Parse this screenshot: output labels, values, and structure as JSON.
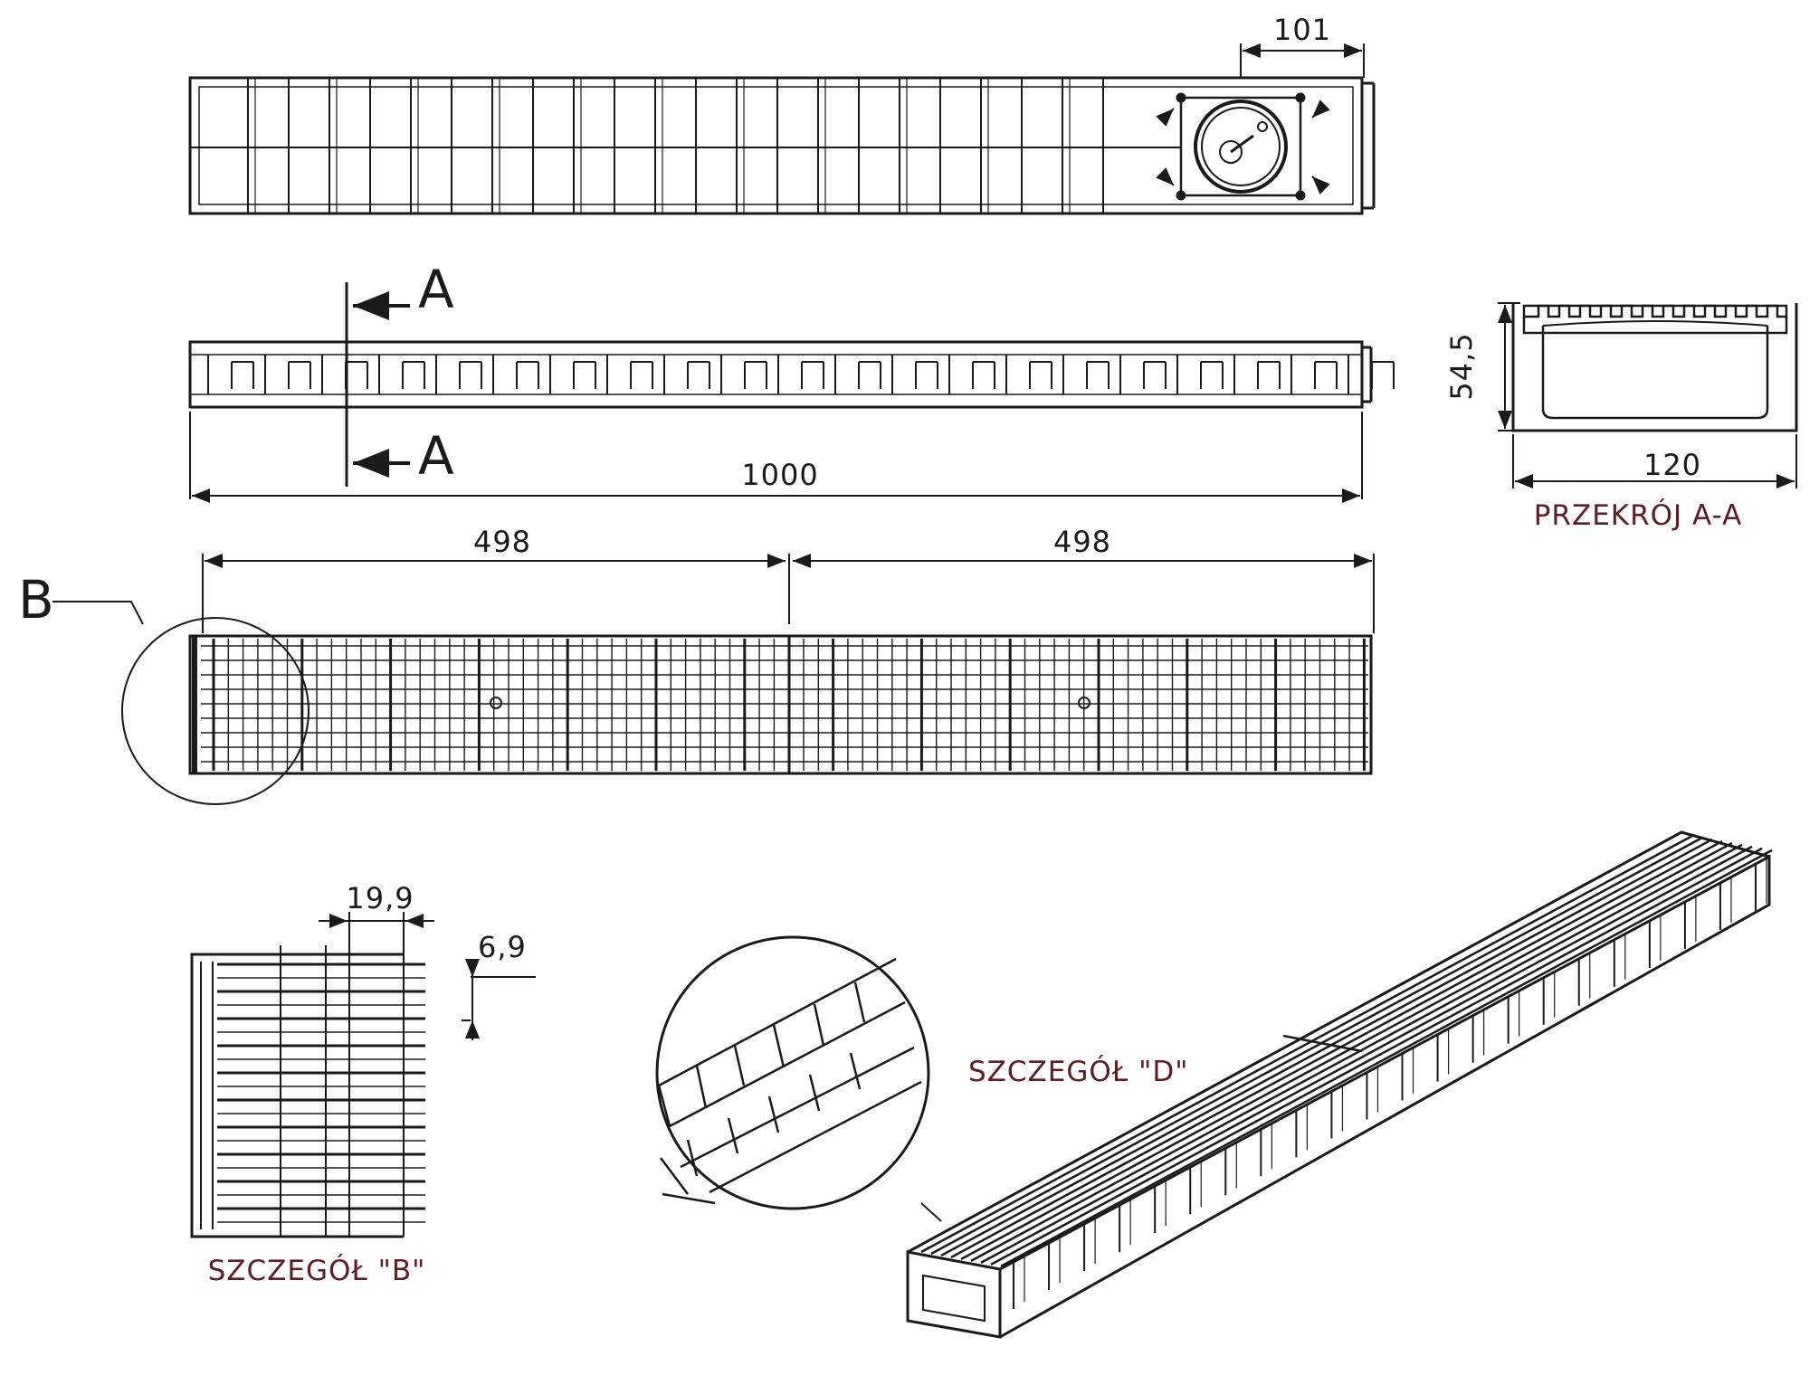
{
  "dimensions": {
    "top_width": "101",
    "total_length": "1000",
    "half_left": "498",
    "half_right": "498",
    "section_height": "54,5",
    "section_width": "120",
    "detail_b_pitch": "19,9",
    "detail_b_slot": "6,9"
  },
  "labels": {
    "section_a_top": "A",
    "section_a_bottom": "A",
    "detail_b_marker": "B",
    "section_caption": "PRZEKRÓJ A-A",
    "detail_b_caption": "SZCZEGÓŁ \"B\"",
    "detail_d_caption": "SZCZEGÓŁ \"D\""
  },
  "colors": {
    "line": "#1a1a1a",
    "caption": "#5a1e24"
  }
}
